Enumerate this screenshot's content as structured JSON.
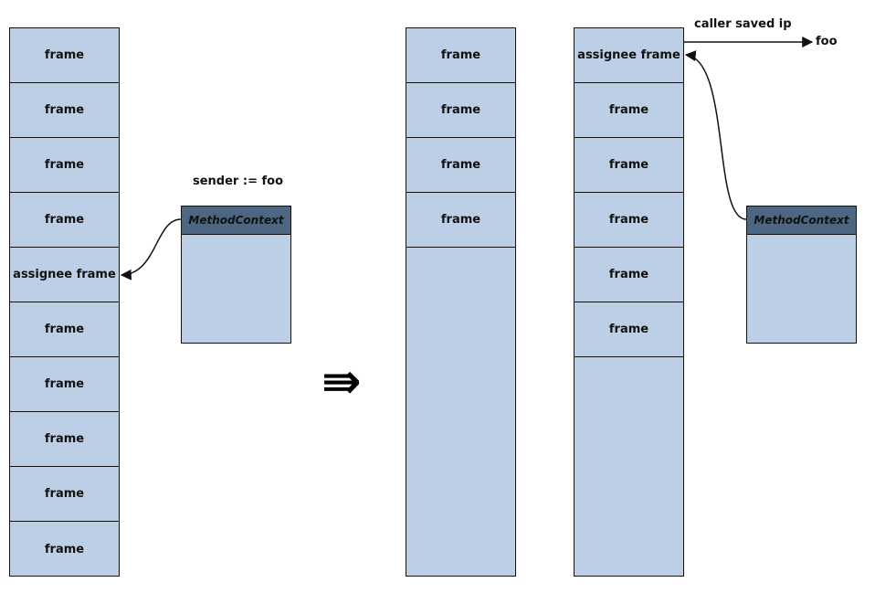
{
  "left_stack": {
    "frames": [
      "frame",
      "frame",
      "frame",
      "frame",
      "assignee frame",
      "frame",
      "frame",
      "frame",
      "frame",
      "frame"
    ]
  },
  "left_context": {
    "title": "MethodContext",
    "annotation": "sender := foo"
  },
  "transition": {
    "symbol": "⇛"
  },
  "middle_stack": {
    "frames": [
      "frame",
      "frame",
      "frame",
      "frame"
    ]
  },
  "right_stack": {
    "frames": [
      "assignee frame",
      "frame",
      "frame",
      "frame",
      "frame",
      "frame"
    ]
  },
  "right_context": {
    "title": "MethodContext"
  },
  "caller_ip": {
    "label": "caller saved ip",
    "target": "foo"
  },
  "colors": {
    "frame_fill": "#bccfe6",
    "context_header": "#4d6682",
    "outline": "#111111"
  }
}
